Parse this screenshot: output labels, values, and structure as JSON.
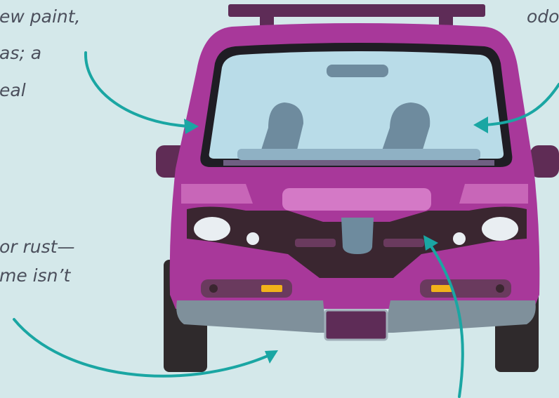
{
  "captions": {
    "top_left": [
      "ew paint,",
      "as; a",
      "eal"
    ],
    "mid_left": [
      "or rust—",
      "me isn’t"
    ],
    "top_right": [
      "odo"
    ]
  },
  "colors": {
    "background": "#d4e8ea",
    "car_body": "#a8389a",
    "car_body_light": "#d479c6",
    "windshield": "#b9dce8",
    "trim_dark": "#3a2630",
    "roof_rack": "#5e2c57",
    "bumper": "#7f909b",
    "arrow": "#1aa6a3",
    "caption_text": "#4b4f5c"
  },
  "icons": [
    "car-front-illustration",
    "arrow-icon"
  ]
}
